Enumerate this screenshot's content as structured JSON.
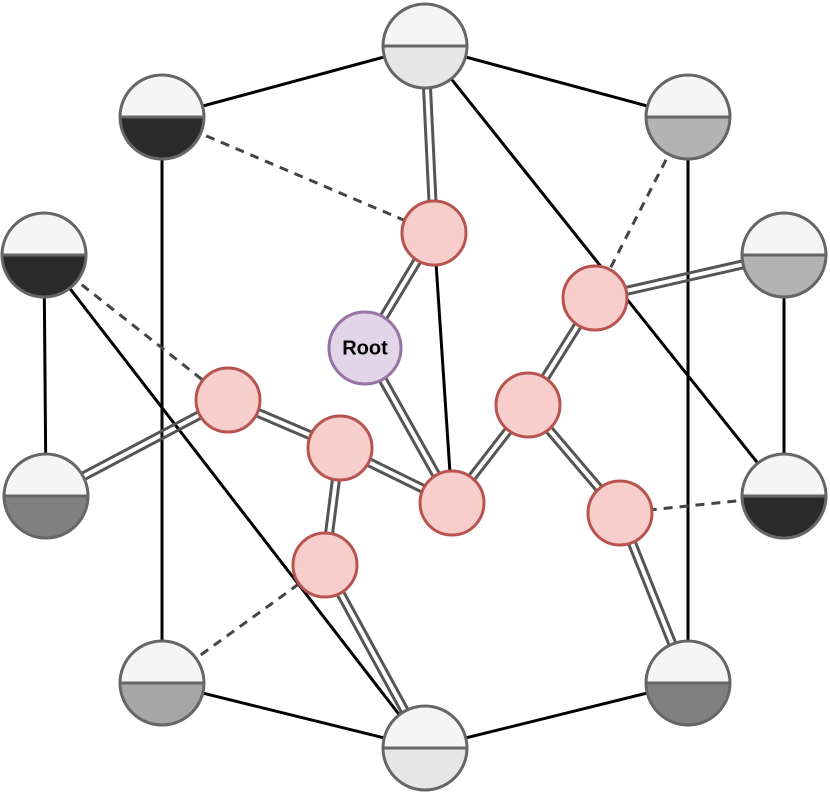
{
  "diagram": {
    "root_label": "Root",
    "colors": {
      "core_fill": "#f8cecc",
      "core_stroke": "#b85450",
      "root_fill": "#e1d5e7",
      "root_stroke": "#9673a6",
      "node_top": "#f5f5f5",
      "node_stroke": "#666666",
      "edge": "#000000",
      "dashed_edge": "#444444"
    },
    "outer_nodes": [
      {
        "id": "top",
        "bottom_color": "#e6e6e6"
      },
      {
        "id": "upper-left",
        "bottom_color": "#2a2a2a"
      },
      {
        "id": "upper-right",
        "bottom_color": "#b3b3b3"
      },
      {
        "id": "mid-left",
        "bottom_color": "#2a2a2a"
      },
      {
        "id": "mid-right",
        "bottom_color": "#b3b3b3"
      },
      {
        "id": "lower-left",
        "bottom_color": "#808080"
      },
      {
        "id": "lower-right",
        "bottom_color": "#2a2a2a"
      },
      {
        "id": "bottom-left",
        "bottom_color": "#a6a6a6"
      },
      {
        "id": "bottom-right",
        "bottom_color": "#808080"
      },
      {
        "id": "bottom",
        "bottom_color": "#e6e6e6"
      }
    ],
    "inner_nodes": [
      "p1",
      "p2",
      "p3",
      "p4",
      "p5",
      "p6",
      "p7",
      "p8"
    ],
    "edges": [
      {
        "from": "top",
        "to": "upper-left",
        "style": "solid"
      },
      {
        "from": "top",
        "to": "upper-right",
        "style": "solid"
      },
      {
        "from": "top",
        "to": "p1",
        "style": "double"
      },
      {
        "from": "top",
        "to": "lower-right",
        "style": "solid"
      },
      {
        "from": "upper-left",
        "to": "p1",
        "style": "dashed"
      },
      {
        "from": "upper-left",
        "to": "bottom-left",
        "style": "solid"
      },
      {
        "from": "upper-right",
        "to": "p6",
        "style": "dashed"
      },
      {
        "from": "upper-right",
        "to": "bottom-right",
        "style": "solid"
      },
      {
        "from": "mid-left",
        "to": "lower-left",
        "style": "solid"
      },
      {
        "from": "mid-left",
        "to": "p3",
        "style": "dashed"
      },
      {
        "from": "mid-left",
        "to": "bottom",
        "style": "solid"
      },
      {
        "from": "mid-right",
        "to": "lower-right",
        "style": "solid"
      },
      {
        "from": "mid-right",
        "to": "p6",
        "style": "double"
      },
      {
        "from": "lower-left",
        "to": "p3",
        "style": "double"
      },
      {
        "from": "lower-right",
        "to": "p8",
        "style": "dashed"
      },
      {
        "from": "bottom-left",
        "to": "p5",
        "style": "dashed"
      },
      {
        "from": "bottom-left",
        "to": "bottom",
        "style": "solid"
      },
      {
        "from": "bottom-right",
        "to": "bottom",
        "style": "solid"
      },
      {
        "from": "bottom-right",
        "to": "p8",
        "style": "double"
      },
      {
        "from": "bottom",
        "to": "p5",
        "style": "double"
      },
      {
        "from": "p1",
        "to": "root",
        "style": "double"
      },
      {
        "from": "p1",
        "to": "p2",
        "style": "solid"
      },
      {
        "from": "root",
        "to": "p2",
        "style": "double"
      },
      {
        "from": "p3",
        "to": "p4",
        "style": "double"
      },
      {
        "from": "p4",
        "to": "p2",
        "style": "double"
      },
      {
        "from": "p4",
        "to": "p5",
        "style": "double"
      },
      {
        "from": "p2",
        "to": "p7",
        "style": "double"
      },
      {
        "from": "p7",
        "to": "p6",
        "style": "double"
      },
      {
        "from": "p7",
        "to": "p8",
        "style": "double"
      }
    ]
  }
}
